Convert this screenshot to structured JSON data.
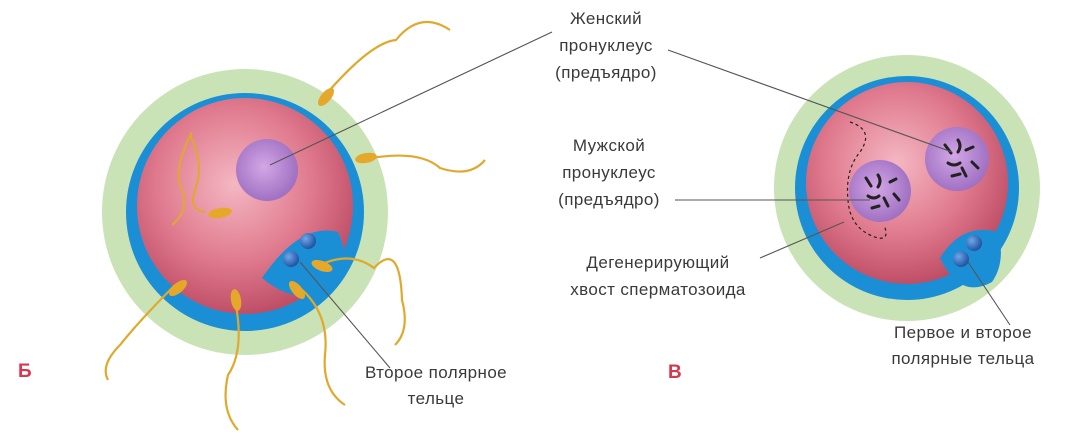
{
  "panels": {
    "left": "Б",
    "right": "В"
  },
  "labels": {
    "female_pronucleus": [
      "Женский",
      "пронуклеус",
      "(предъядро)"
    ],
    "male_pronucleus": [
      "Мужской",
      "пронуклеус",
      "(предъядро)"
    ],
    "degenerating_tail": [
      "Дегенерирующий",
      "хвост сперматозоида"
    ],
    "second_polar_body": [
      "Второе полярное",
      "тельце"
    ],
    "polar_bodies": [
      "Первое и второе",
      "полярные тельца"
    ]
  },
  "colors": {
    "zona_pellucida": "#c9e3b6",
    "perivitelline_space": "#1b8fd6",
    "cytoplasm": "#d8697d",
    "pronucleus": "#b98ad0",
    "polar_body": "#2d6fc2",
    "sperm": "#e0a92e",
    "panel_letter": "#d9364f"
  }
}
